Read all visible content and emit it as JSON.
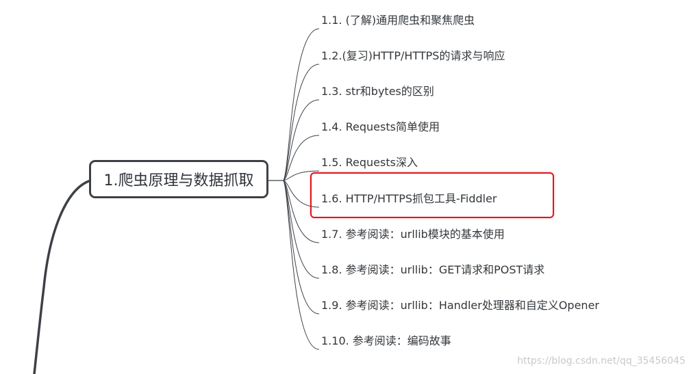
{
  "central_topic": "1.爬虫原理与数据抓取",
  "subtopics": [
    "1.1. (了解)通用爬虫和聚焦爬虫",
    "1.2.(复习)HTTP/HTTPS的请求与响应",
    "1.3. str和bytes的区别",
    "1.4. Requests简单使用",
    "1.5. Requests深入",
    "1.6. HTTP/HTTPS抓包工具-Fiddler",
    "1.7. 参考阅读：urllib模块的基本使用",
    "1.8. 参考阅读：urllib：GET请求和POST请求",
    "1.9. 参考阅读：urllib：Handler处理器和自定义Opener",
    "1.10. 参考阅读：编码故事"
  ],
  "highlighted_subtopic_index": 5,
  "highlight_color": "#e0141b",
  "watermark": "https://blog.csdn.net/qq_35456045"
}
